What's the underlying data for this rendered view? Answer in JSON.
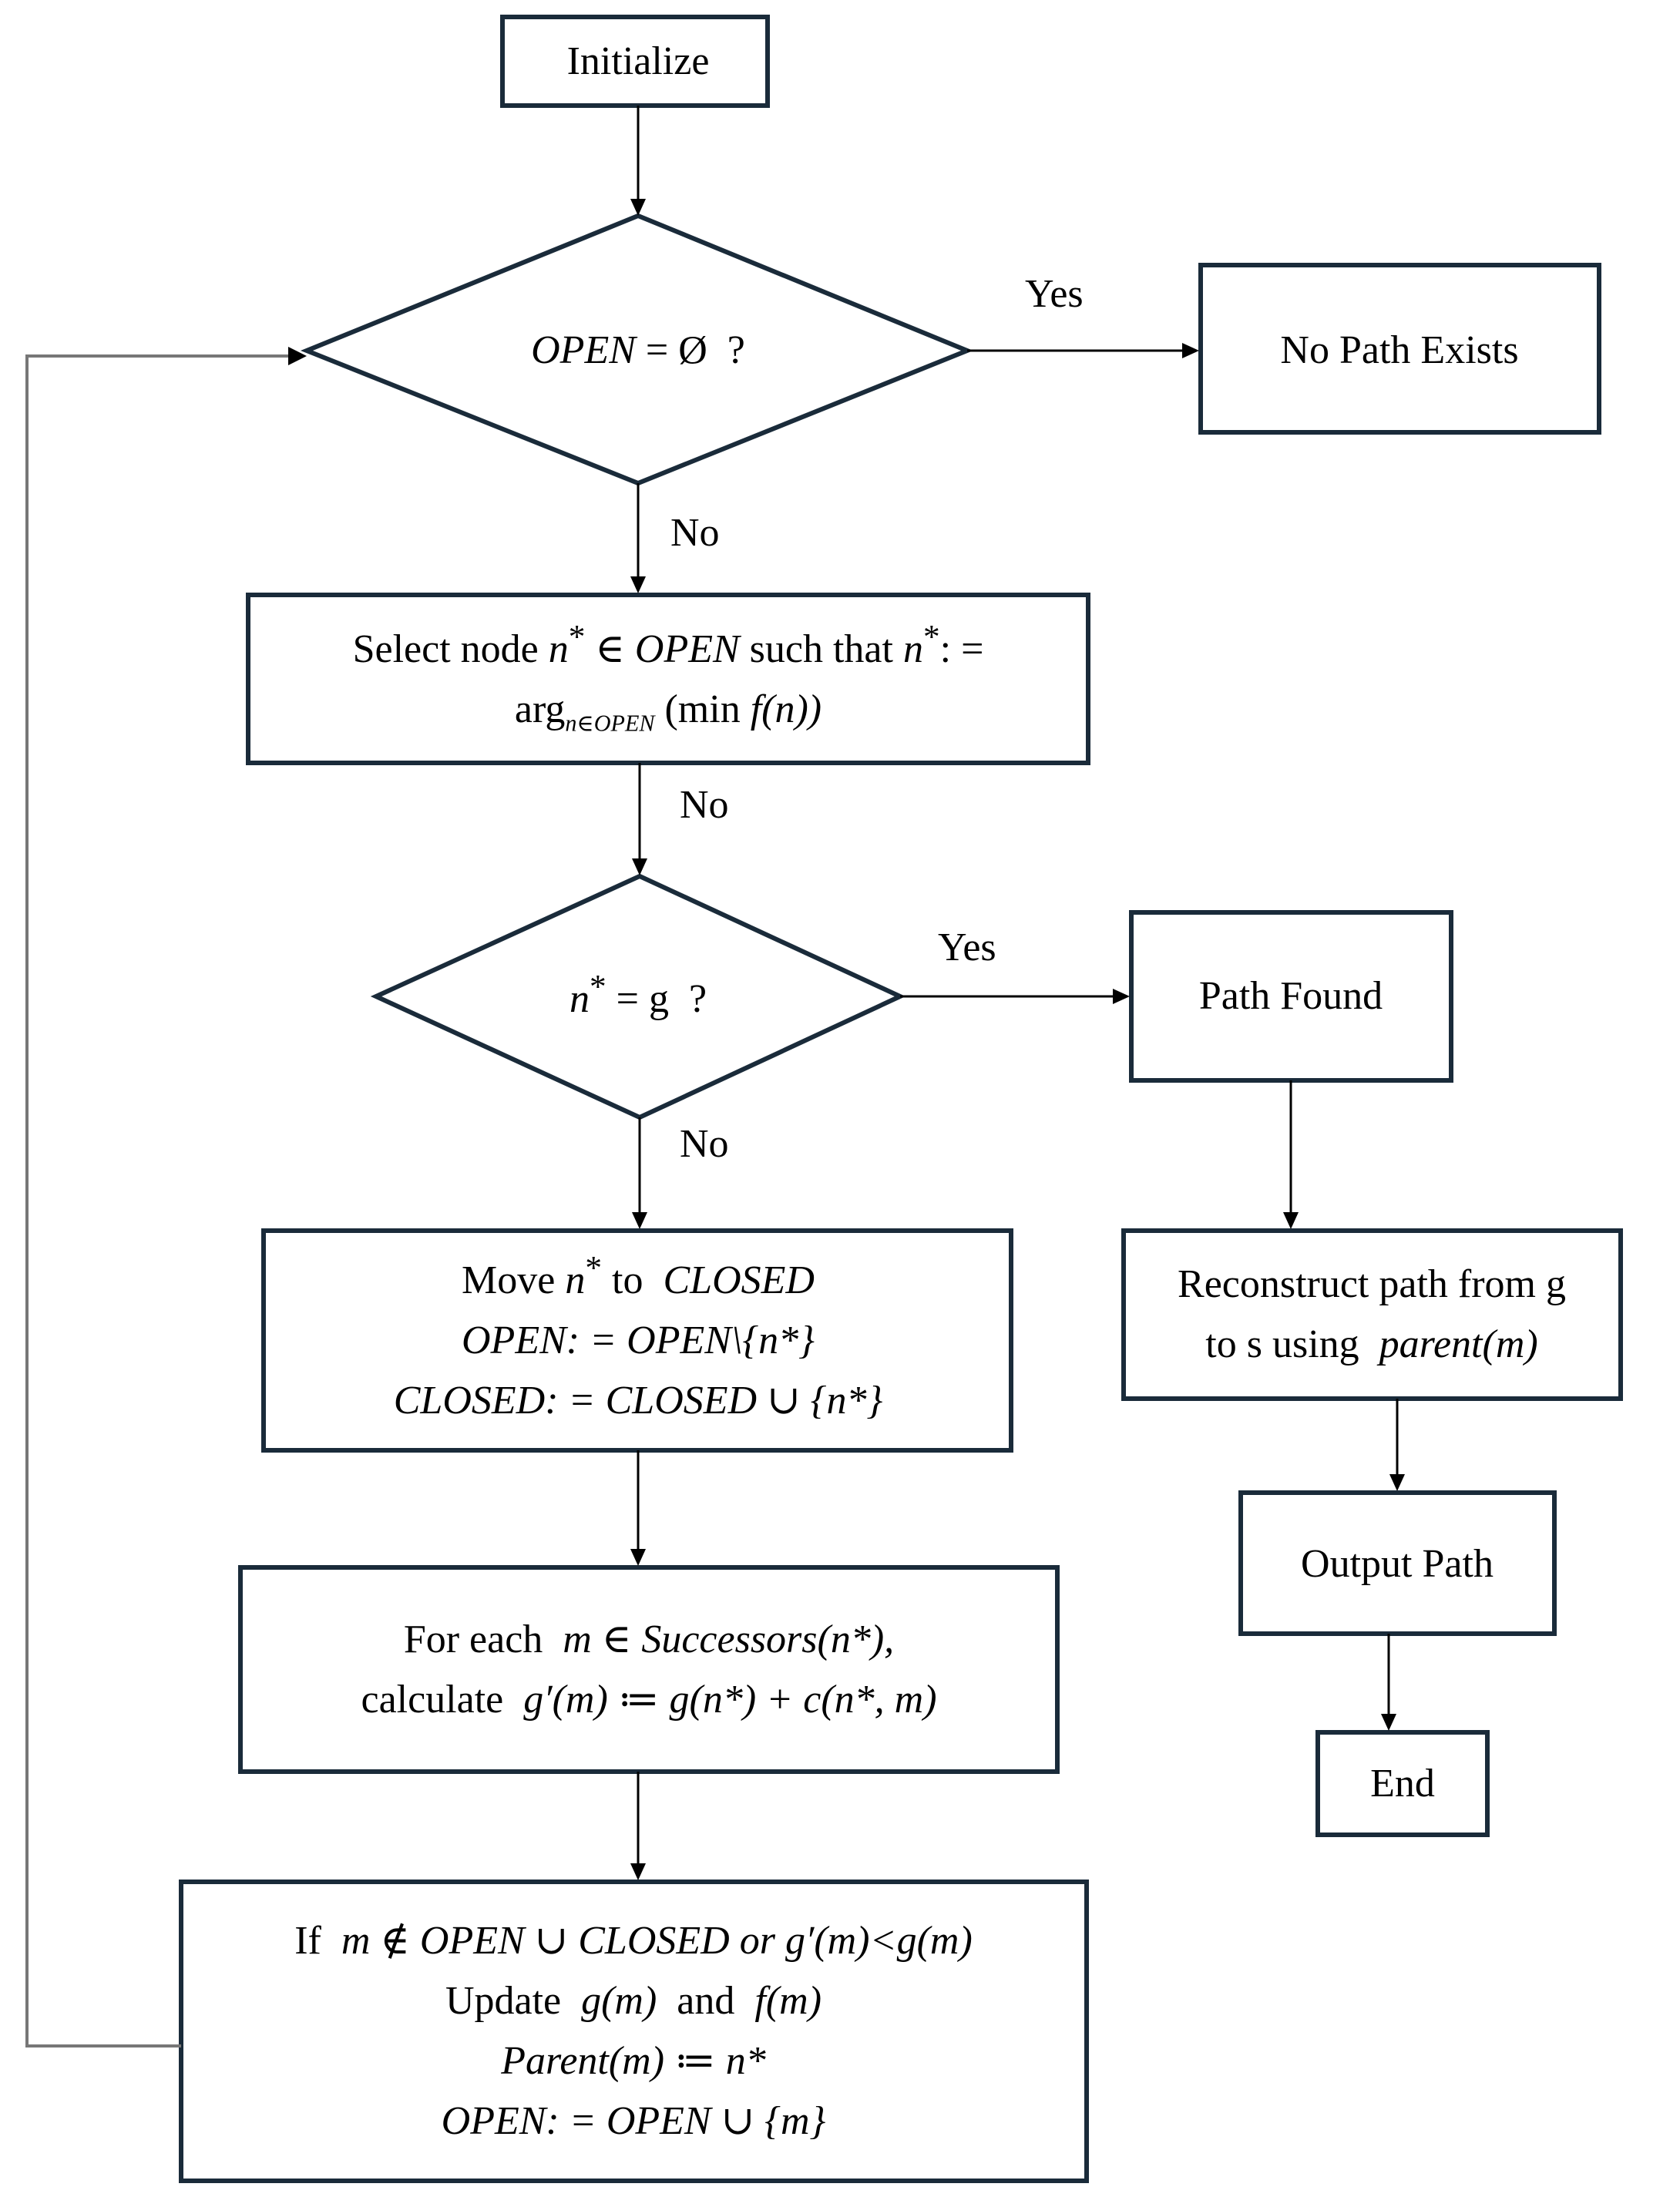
{
  "nodes": {
    "initialize": "Initialize",
    "decision_open": {
      "open": "OPEN",
      "rel": "= Ø",
      "q": "?"
    },
    "no_path": "No Path Exists",
    "select": {
      "pre": "Select node",
      "n": "n",
      "star": "*",
      "in": "∈",
      "open": "OPEN",
      "mid": "such that",
      "assign": ": =",
      "arg": "arg",
      "sub": "n∈OPEN",
      "paren_open": "(min",
      "f": "f",
      "paren_close": "(n))"
    },
    "decision_goal": {
      "n": "n",
      "star": "*",
      "rel": "= g",
      "q": "?"
    },
    "path_found": "Path Found",
    "move": {
      "line1_pre": "Move",
      "line1_mid": "to",
      "closed": "CLOSED",
      "open": "OPEN",
      "line2": ": = OPEN\\{n*}",
      "line3": ": = CLOSED ∪ {n*}"
    },
    "reconstruct": {
      "line1": "Reconstruct path from g",
      "line2_pre": "to s using",
      "line2_fn": "parent(m)"
    },
    "output": "Output Path",
    "end": "End",
    "foreach": {
      "line1_pre": "For each",
      "line1_math": "m ∈ Successors(n*),",
      "line2_pre": "calculate",
      "line2_math": "g′(m) ≔ g(n*) + c(n*, m)"
    },
    "update": {
      "line1_pre": "If",
      "line1_math": "m ∉ OPEN ∪ CLOSED or g′(m)<g(m)",
      "line2_pre": "Update",
      "line2_a": "g(m)",
      "line2_and": "and",
      "line2_b": "f(m)",
      "line3": "Parent(m) ≔ n*",
      "line4": "OPEN: = OPEN ∪ {m}"
    }
  },
  "edges": {
    "yes_1": "Yes",
    "no_1": "No",
    "no_2": "No",
    "yes_2": "Yes",
    "no_3": "No"
  }
}
